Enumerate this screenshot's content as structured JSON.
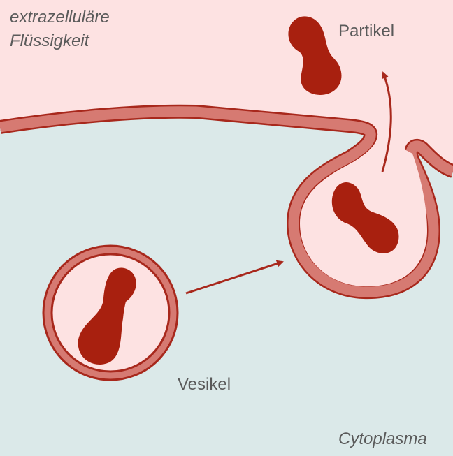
{
  "labels": {
    "extracellular": [
      "extrazelluläre",
      "Flüssigkeit"
    ],
    "particle": "Partikel",
    "vesicle": "Vesikel",
    "cytoplasm": "Cytoplasma"
  },
  "colors": {
    "extracellular_fill": "#fde2e2",
    "cytoplasm_fill": "#dbe9e9",
    "membrane_fill": "#d67a72",
    "membrane_edge": "#a8281c",
    "particle": "#a8200f",
    "arrow": "#a8281c",
    "text": "#5a5a5a"
  }
}
